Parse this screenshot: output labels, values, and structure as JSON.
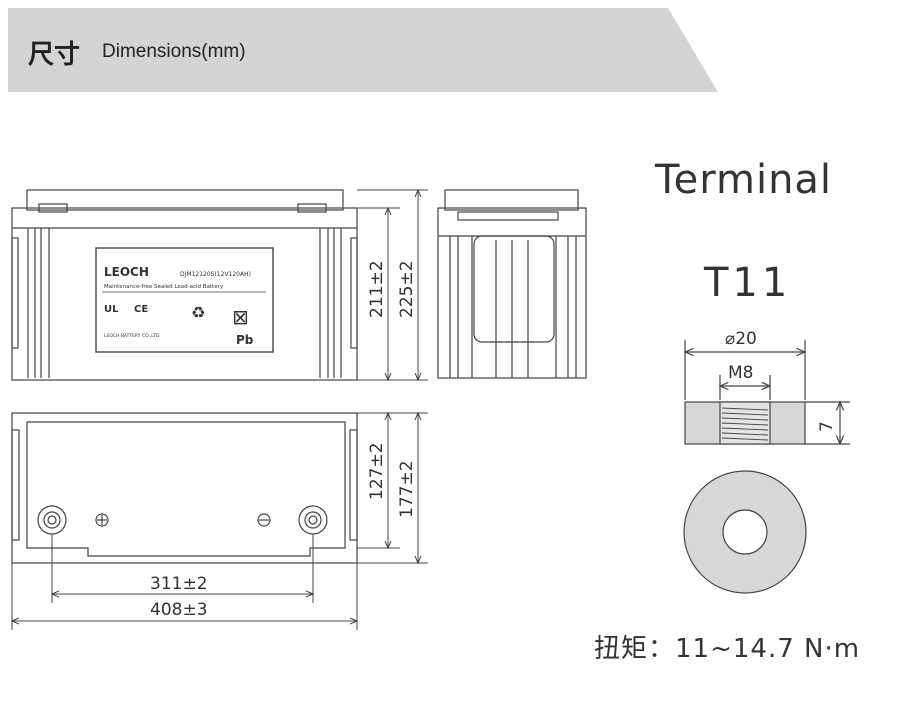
{
  "header": {
    "title_cn": "尺寸",
    "title_en": "Dimensions(mm)"
  },
  "dimensions": {
    "height_box": "211±2",
    "height_total": "225±2",
    "depth_inner": "127±2",
    "depth_total": "177±2",
    "terminal_spacing": "311±2",
    "length_total": "408±3"
  },
  "label": {
    "brand": "LEOCH",
    "model": "DJM12120S(12V120AH)",
    "desc": "Maintenance-free Sealed Lead-acid Battery",
    "company": "LEOCH BATTERY CO.,LTD",
    "pb": "Pb"
  },
  "terminal": {
    "title": "Terminal",
    "model": "T11",
    "diameter": "⌀20",
    "thread": "M8",
    "height": "7",
    "torque": "扭矩：11~14.7 N·m"
  },
  "colors": {
    "banner_bg": "#d4d4d4",
    "line": "#444444",
    "terminal_fill": "#d7d7d7"
  }
}
